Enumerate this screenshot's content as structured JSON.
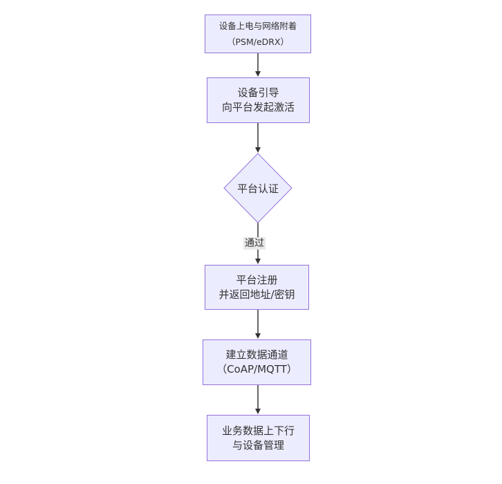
{
  "diagram": {
    "type": "flowchart",
    "direction": "top-down",
    "nodes": [
      {
        "id": "power-attach",
        "shape": "rectangle",
        "lines": [
          "设备上电与网络附着",
          "（PSM/eDRX）"
        ]
      },
      {
        "id": "bootstrap",
        "shape": "rectangle",
        "lines": [
          "设备引导",
          "向平台发起激活"
        ]
      },
      {
        "id": "platform-auth",
        "shape": "diamond",
        "lines": [
          "平台认证"
        ]
      },
      {
        "id": "register",
        "shape": "rectangle",
        "lines": [
          "平台注册",
          "并返回地址/密钥"
        ]
      },
      {
        "id": "data-channel",
        "shape": "rectangle",
        "lines": [
          "建立数据通道",
          "（CoAP/MQTT）"
        ]
      },
      {
        "id": "business",
        "shape": "rectangle",
        "lines": [
          "业务数据上下行",
          "与设备管理"
        ]
      }
    ],
    "edges": [
      {
        "from": "power-attach",
        "to": "bootstrap",
        "label": ""
      },
      {
        "from": "bootstrap",
        "to": "platform-auth",
        "label": ""
      },
      {
        "from": "platform-auth",
        "to": "register",
        "label": "通过"
      },
      {
        "from": "register",
        "to": "data-channel",
        "label": ""
      },
      {
        "from": "data-channel",
        "to": "business",
        "label": ""
      }
    ],
    "colors": {
      "node_fill": "#ECECFF",
      "node_border": "#9370DB",
      "node_text": "#333333",
      "edge_line": "#333333",
      "edge_label_bg": "#e8e8e8",
      "edge_label_text": "#333333",
      "background": "#ffffff"
    }
  }
}
